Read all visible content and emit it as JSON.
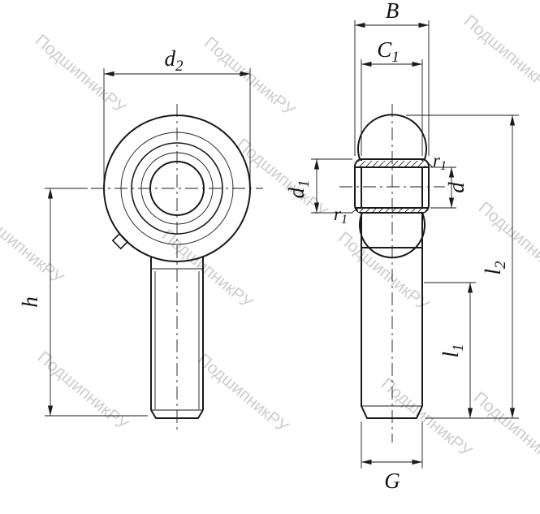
{
  "watermark": {
    "text": "ПодшипникРУ"
  },
  "colors": {
    "line": "#1a1a1a",
    "watermark": "#c9c9c9"
  },
  "dimensions": {
    "d2": {
      "main": "d",
      "sub": "2"
    },
    "h": {
      "main": "h",
      "sub": ""
    },
    "B": {
      "main": "B",
      "sub": ""
    },
    "C1": {
      "main": "C",
      "sub": "1"
    },
    "d1": {
      "main": "d",
      "sub": "1"
    },
    "d": {
      "main": "d",
      "sub": ""
    },
    "r1_top": {
      "main": "r",
      "sub": "1"
    },
    "r1_bottom": {
      "main": "r",
      "sub": "1"
    },
    "l2": {
      "main": "l",
      "sub": "2"
    },
    "l1": {
      "main": "l",
      "sub": "1"
    },
    "G": {
      "main": "G",
      "sub": ""
    }
  }
}
